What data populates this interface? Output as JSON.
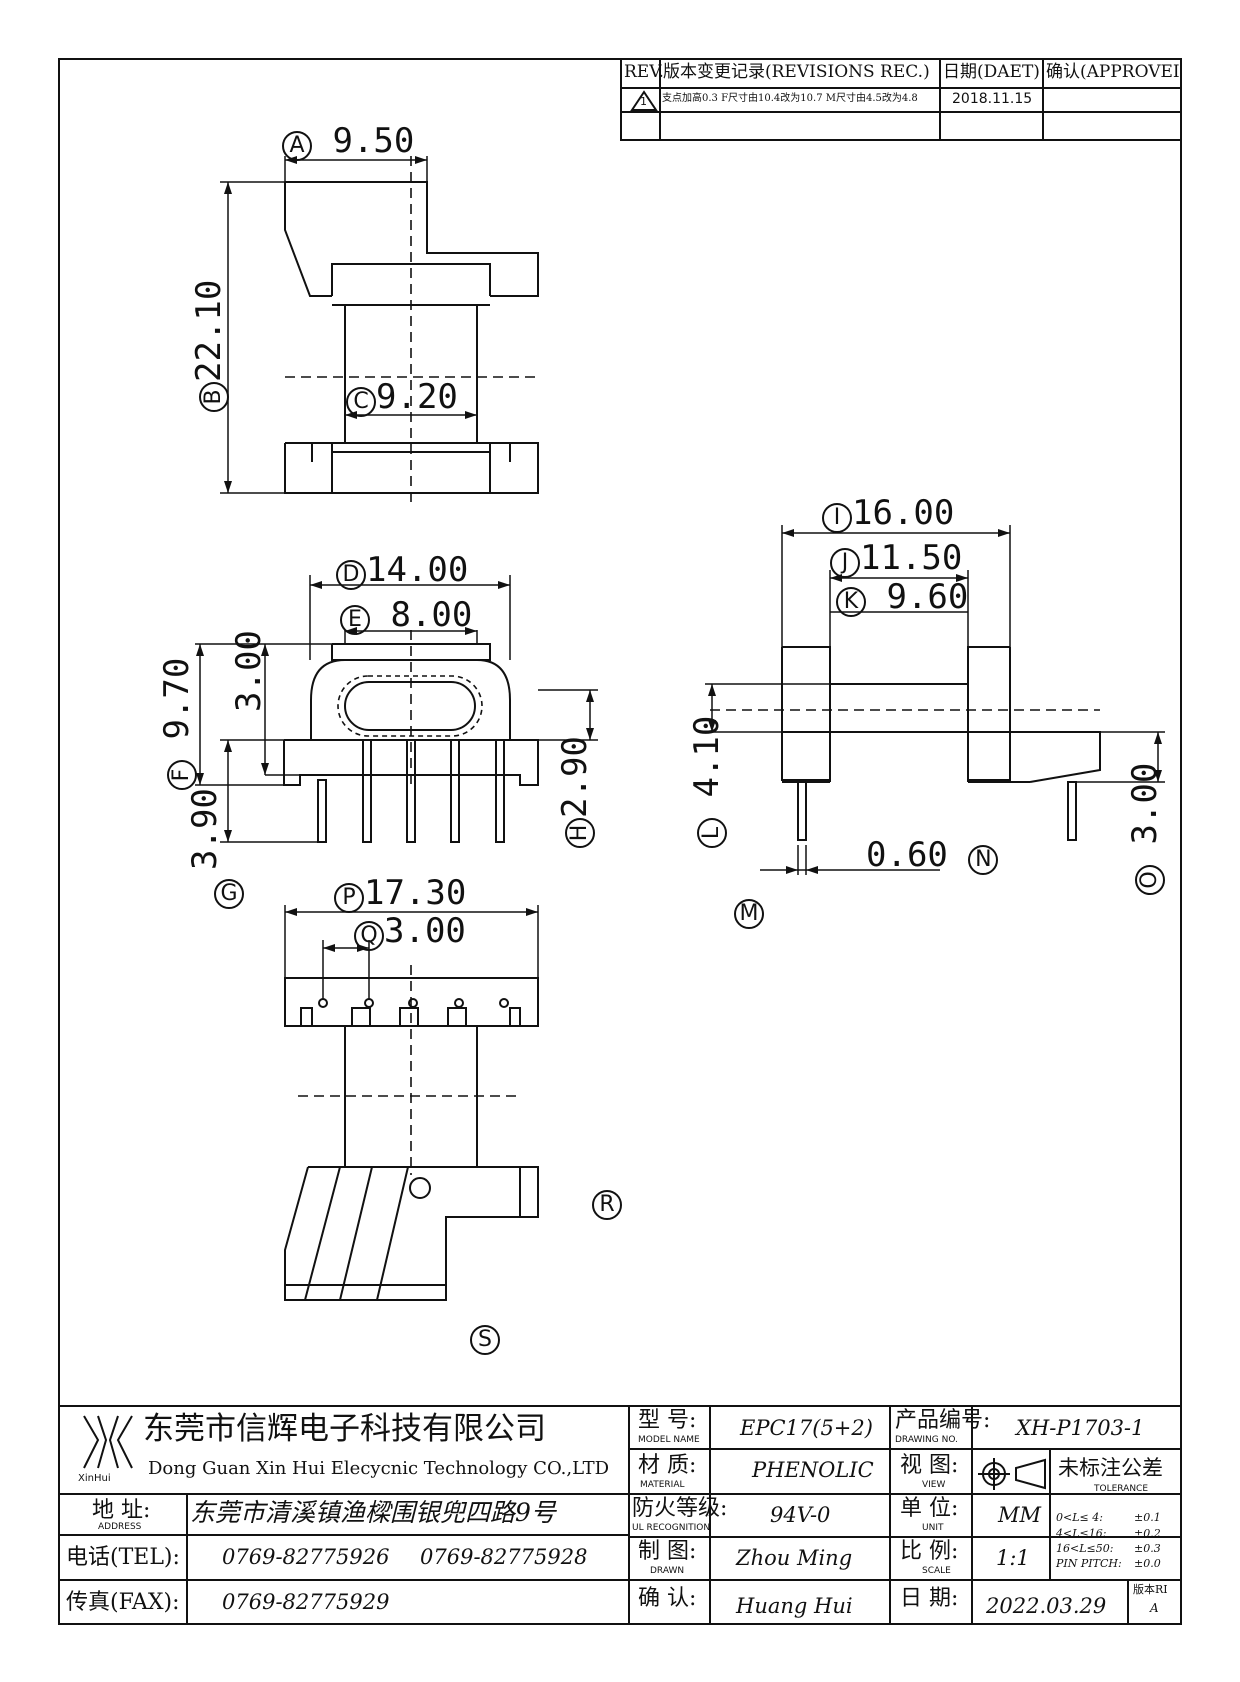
{
  "revision_table": {
    "header_rev": "REV.",
    "header_record": "版本变更记录(REVISIONS REC.)",
    "header_date": "日期(DAET)",
    "header_approve": "确认(APPROVEI",
    "row1_rev": "1",
    "row1_record": "支点加高0.3 F尺寸由10.4改为10.7 M尺寸由4.5改为4.8",
    "row1_date": "2018.11.15"
  },
  "dimensions": {
    "A": {
      "letter": "A",
      "value": "9.50"
    },
    "B": {
      "letter": "B",
      "value": "22.10"
    },
    "C": {
      "letter": "C",
      "value": "9.20"
    },
    "D": {
      "letter": "D",
      "value": "14.00"
    },
    "E": {
      "letter": "E",
      "value": "8.00"
    },
    "F": {
      "letter": "F",
      "value": "9.70"
    },
    "F2": {
      "value": "3.00"
    },
    "G": {
      "letter": "G",
      "value": "3.90"
    },
    "H": {
      "letter": "H",
      "value": "2.90"
    },
    "I": {
      "letter": "I",
      "value": "16.00"
    },
    "J": {
      "letter": "J",
      "value": "11.50"
    },
    "K": {
      "letter": "K",
      "value": "9.60"
    },
    "L": {
      "letter": "L",
      "value": "4.10"
    },
    "M": {
      "letter": "M"
    },
    "N": {
      "letter": "N",
      "value": "0.60"
    },
    "O": {
      "letter": "O",
      "value": "3.00"
    },
    "P": {
      "letter": "P",
      "value": "17.30"
    },
    "Q": {
      "letter": "Q",
      "value": "3.00"
    },
    "R": {
      "letter": "R"
    },
    "S": {
      "letter": "S"
    }
  },
  "title_block": {
    "company_cn": "东莞市信辉电子科技有限公司",
    "company_en": "Dong Guan Xin Hui Elecycnic Technology CO.,LTD",
    "logo_text": "XinHui",
    "address_label": "地  址:",
    "address_label_en": "ADDRESS",
    "address": "东莞市清溪镇渔樑围银兜四路9号",
    "tel_label": "电话(TEL):",
    "tel1": "0769-82775926",
    "tel2": "0769-82775928",
    "fax_label": "传真(FAX):",
    "fax": "0769-82775929",
    "model_label": "型  号:",
    "model_label_en": "MODEL NAME",
    "model": "EPC17(5+2)",
    "material_label": "材  质:",
    "material_label_en": "MATERIAL",
    "material": "PHENOLIC",
    "fire_label": "防火等级:",
    "fire_label_en": "UL RECOGNITION",
    "fire": "94V-0",
    "drawn_label": "制  图:",
    "drawn_label_en": "DRAWN",
    "drawn": "Zhou Ming",
    "confirm_label": "确  认:",
    "confirm": "Huang Hui",
    "drawing_no_label": "产品编号:",
    "drawing_no_label_en": "DRAWING NO.",
    "drawing_no": "XH-P1703-1",
    "view_label": "视  图:",
    "view_label_en": "VIEW",
    "unit_label": "单  位:",
    "unit_label_en": "UNIT",
    "unit": "MM",
    "scale_label": "比  例:",
    "scale_label_en": "SCALE",
    "scale": "1:1",
    "date_label": "日  期:",
    "date": "2022.03.29",
    "version_label": "版本RI",
    "version": "A",
    "tolerance_label": "未标注公差",
    "tolerance_label_en": "TOLERANCE",
    "tol1_range": "0<L≤ 4:",
    "tol1_value": "±0.1",
    "tol2_range": "4<L≤16:",
    "tol2_value": "±0.2",
    "tol3_range": "16<L≤50:",
    "tol3_value": "±0.3",
    "tol4_range": "PIN PITCH:",
    "tol4_value": "±0.0"
  }
}
